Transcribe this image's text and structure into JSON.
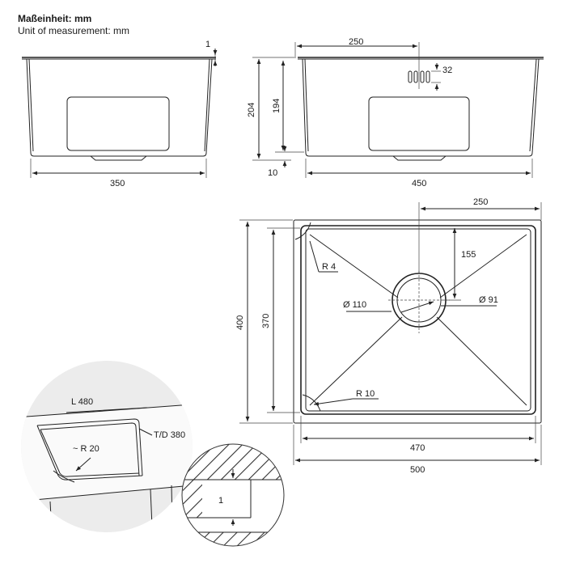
{
  "header": {
    "unit_de": "Maßeinheit: mm",
    "unit_en": "Unit of measurement: mm"
  },
  "side_view": {
    "dim_rim": "1",
    "dim_width": "350"
  },
  "front_view": {
    "dim_outlet_offset": "250",
    "dim_overflow": "32",
    "dim_total_height": "204",
    "dim_inner_height": "194",
    "dim_bottom": "10",
    "dim_width": "450"
  },
  "top_view": {
    "dim_drain_offset_x": "250",
    "dim_drain_offset_y": "155",
    "label_corner_r4": "R 4",
    "label_drain_outer": "Ø 110",
    "label_drain_inner": "Ø 91",
    "label_corner_r10": "R 10",
    "dim_outer_height": "400",
    "dim_inner_height": "370",
    "dim_inner_width": "470",
    "dim_outer_width": "500"
  },
  "detail_corner": {
    "dim_length": "L 480",
    "dim_depth": "T/D 380",
    "label_radius": "~ R 20"
  },
  "detail_rim": {
    "dim_rim": "1"
  }
}
